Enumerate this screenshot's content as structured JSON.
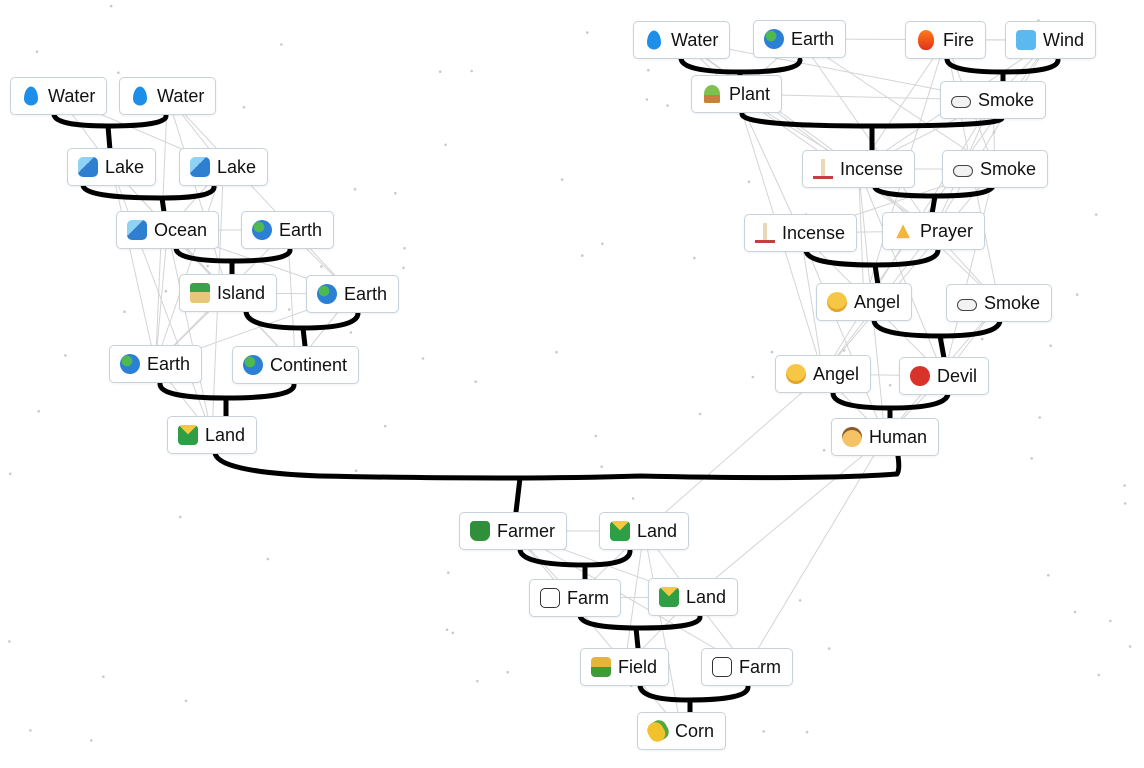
{
  "tiles": [
    {
      "label": "Water",
      "icon": "water-drop-icon"
    },
    {
      "label": "Earth",
      "icon": "earth-globe-icon"
    },
    {
      "label": "Fire",
      "icon": "fire-icon"
    },
    {
      "label": "Wind",
      "icon": "wind-icon"
    },
    {
      "label": "Plant",
      "icon": "seedling-icon"
    },
    {
      "label": "Smoke",
      "icon": "smoke-puff-icon"
    },
    {
      "label": "Incense",
      "icon": "candle-icon"
    },
    {
      "label": "Smoke",
      "icon": "smoke-puff-icon"
    },
    {
      "label": "Incense",
      "icon": "candle-icon"
    },
    {
      "label": "Prayer",
      "icon": "folded-hands-icon"
    },
    {
      "label": "Angel",
      "icon": "angel-face-icon"
    },
    {
      "label": "Smoke",
      "icon": "smoke-puff-icon"
    },
    {
      "label": "Angel",
      "icon": "angel-face-icon"
    },
    {
      "label": "Devil",
      "icon": "devil-face-icon"
    },
    {
      "label": "Human",
      "icon": "person-face-icon"
    },
    {
      "label": "Water",
      "icon": "water-drop-icon"
    },
    {
      "label": "Water",
      "icon": "water-drop-icon"
    },
    {
      "label": "Lake",
      "icon": "wave-icon"
    },
    {
      "label": "Lake",
      "icon": "wave-icon"
    },
    {
      "label": "Ocean",
      "icon": "wave-icon"
    },
    {
      "label": "Earth",
      "icon": "earth-globe-icon"
    },
    {
      "label": "Island",
      "icon": "palm-island-icon"
    },
    {
      "label": "Earth",
      "icon": "earth-globe-icon"
    },
    {
      "label": "Earth",
      "icon": "earth-globe-icon"
    },
    {
      "label": "Continent",
      "icon": "earth-globe-icon"
    },
    {
      "label": "Land",
      "icon": "mountain-icon"
    },
    {
      "label": "Farmer",
      "icon": "tractor-icon"
    },
    {
      "label": "Land",
      "icon": "mountain-icon"
    },
    {
      "label": "Farm",
      "icon": "cow-icon"
    },
    {
      "label": "Land",
      "icon": "mountain-icon"
    },
    {
      "label": "Field",
      "icon": "sheaf-icon"
    },
    {
      "label": "Farm",
      "icon": "cow-icon"
    },
    {
      "label": "Corn",
      "icon": "corn-icon"
    }
  ]
}
